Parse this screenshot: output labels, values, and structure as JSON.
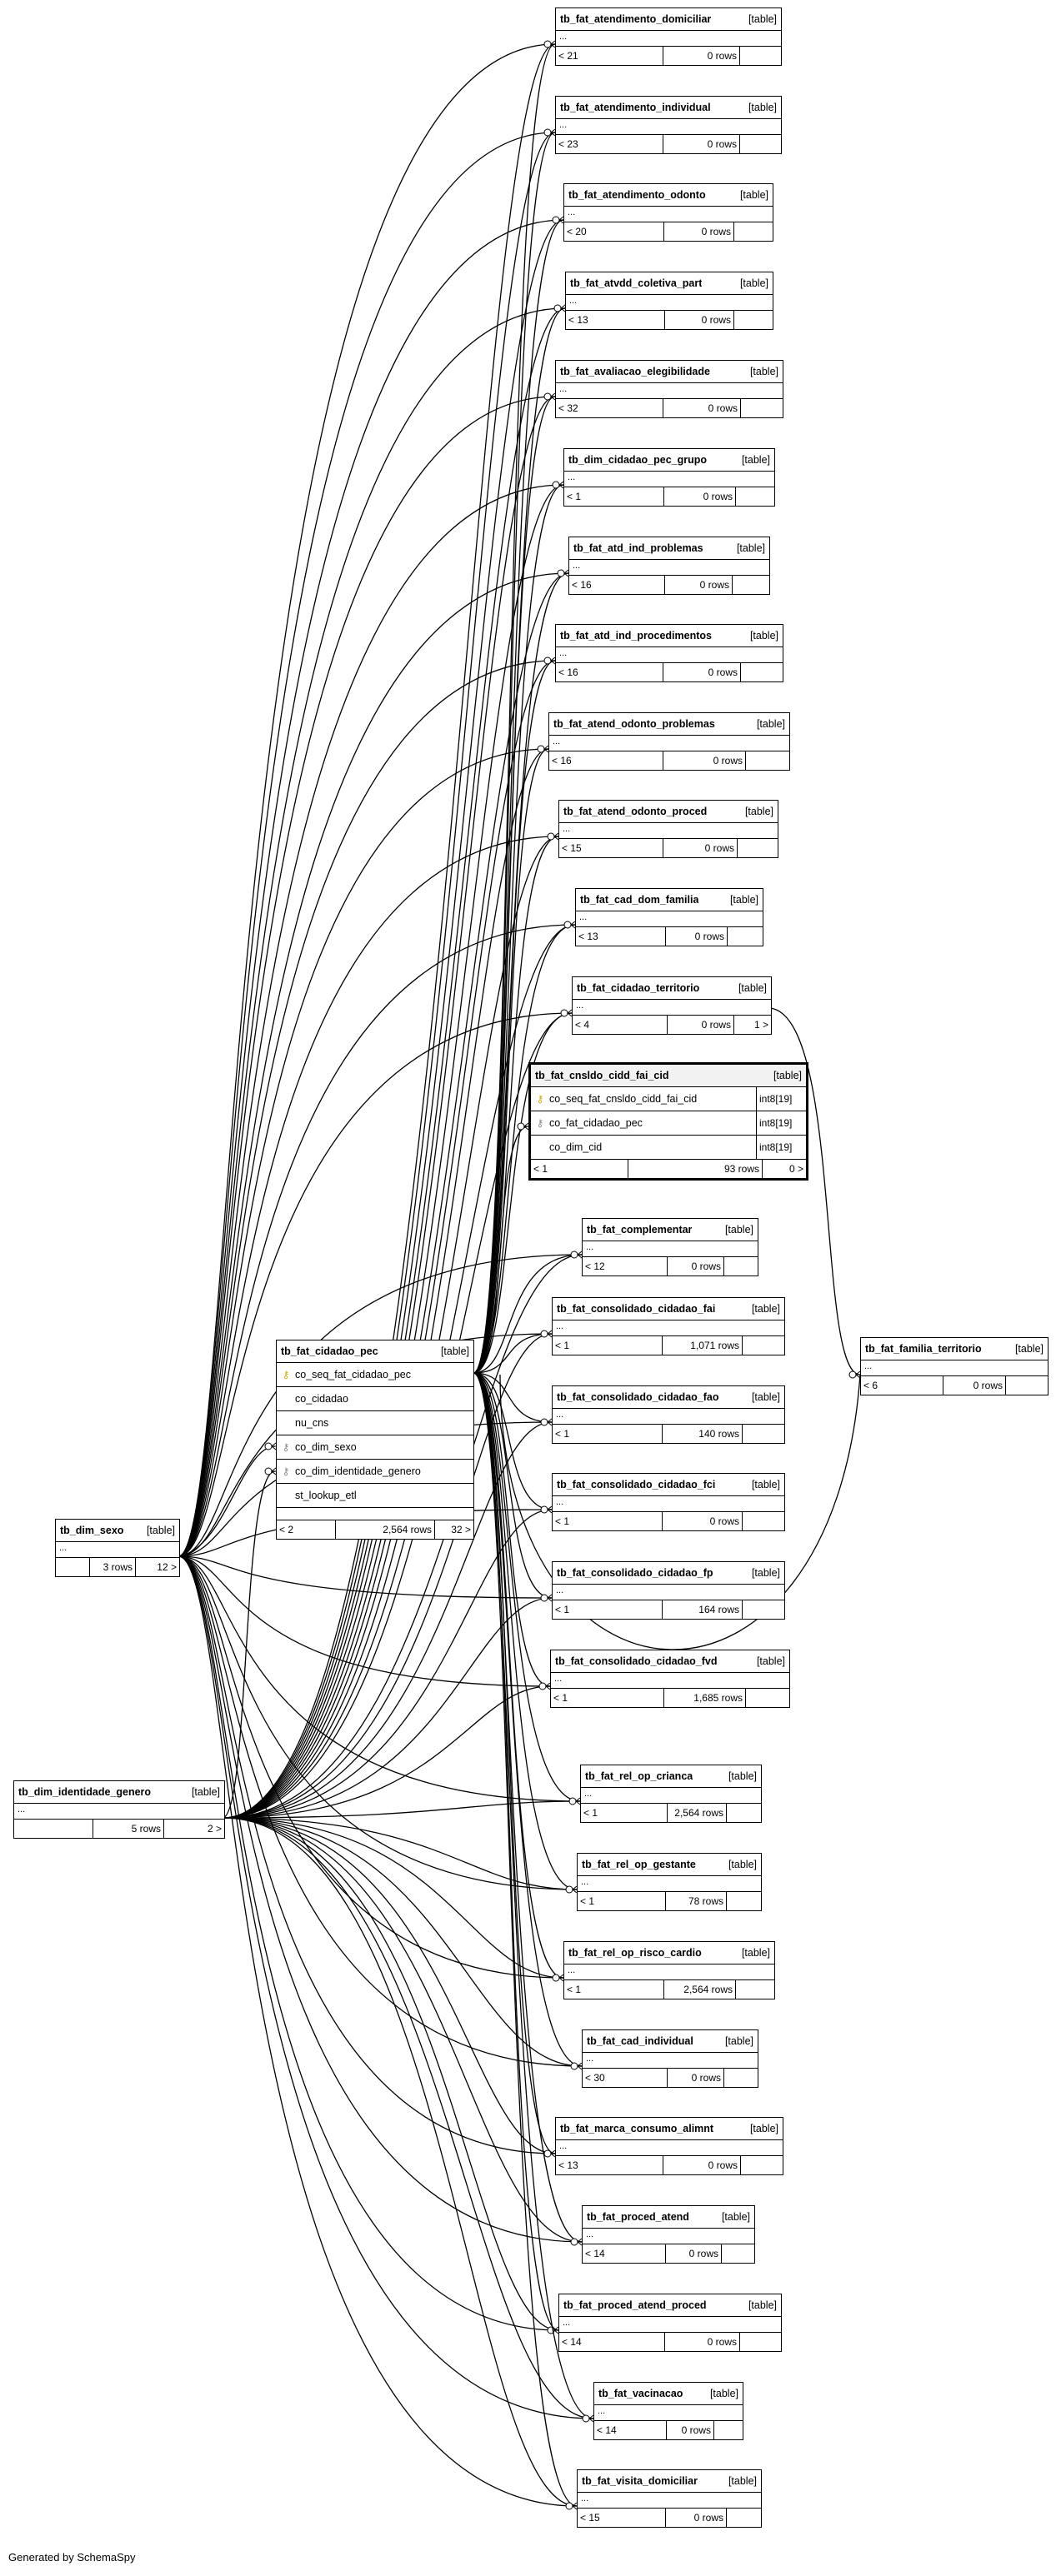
{
  "footer": "Generated by SchemaSpy",
  "table_tag": "[table]",
  "cidadao_pec": {
    "name": "tb_fat_cidadao_pec",
    "columns": [
      {
        "icon": "pk",
        "name": "co_seq_fat_cidadao_pec"
      },
      {
        "icon": "",
        "name": "co_cidadao"
      },
      {
        "icon": "",
        "name": "nu_cns"
      },
      {
        "icon": "fk",
        "name": "co_dim_sexo"
      },
      {
        "icon": "fk",
        "name": "co_dim_identidade_genero"
      },
      {
        "icon": "",
        "name": "st_lookup_etl"
      }
    ],
    "footer": [
      "< 2",
      "2,564 rows",
      "32 >"
    ]
  },
  "cnsldo": {
    "name": "tb_fat_cnsldo_cidd_fai_cid",
    "columns": [
      {
        "icon": "pk",
        "name": "co_seq_fat_cnsldo_cidd_fai_cid",
        "type": "int8[19]"
      },
      {
        "icon": "fk",
        "name": "co_fat_cidadao_pec",
        "type": "int8[19]"
      },
      {
        "icon": "",
        "name": "co_dim_cid",
        "type": "int8[19]"
      }
    ],
    "footer": [
      "< 1",
      "93 rows",
      "0 >"
    ]
  },
  "dim_sexo": {
    "name": "tb_dim_sexo",
    "footer": [
      "",
      "3 rows",
      "12 >"
    ]
  },
  "dim_identidade": {
    "name": "tb_dim_identidade_genero",
    "footer": [
      "",
      "5 rows",
      "2 >"
    ]
  },
  "familia_territorio": {
    "name": "tb_fat_familia_territorio",
    "footer": [
      "< 6",
      "0 rows",
      ""
    ]
  },
  "right_tables": [
    {
      "name": "tb_fat_atendimento_domiciliar",
      "footer": [
        "< 21",
        "0 rows",
        ""
      ]
    },
    {
      "name": "tb_fat_atendimento_individual",
      "footer": [
        "< 23",
        "0 rows",
        ""
      ]
    },
    {
      "name": "tb_fat_atendimento_odonto",
      "footer": [
        "< 20",
        "0 rows",
        ""
      ]
    },
    {
      "name": "tb_fat_atvdd_coletiva_part",
      "footer": [
        "< 13",
        "0 rows",
        ""
      ]
    },
    {
      "name": "tb_fat_avaliacao_elegibilidade",
      "footer": [
        "< 32",
        "0 rows",
        ""
      ]
    },
    {
      "name": "tb_dim_cidadao_pec_grupo",
      "footer": [
        "< 1",
        "0 rows",
        ""
      ]
    },
    {
      "name": "tb_fat_atd_ind_problemas",
      "footer": [
        "< 16",
        "0 rows",
        ""
      ]
    },
    {
      "name": "tb_fat_atd_ind_procedimentos",
      "footer": [
        "< 16",
        "0 rows",
        ""
      ]
    },
    {
      "name": "tb_fat_atend_odonto_problemas",
      "footer": [
        "< 16",
        "0 rows",
        ""
      ]
    },
    {
      "name": "tb_fat_atend_odonto_proced",
      "footer": [
        "< 15",
        "0 rows",
        ""
      ]
    },
    {
      "name": "tb_fat_cad_dom_familia",
      "footer": [
        "< 13",
        "0 rows",
        ""
      ]
    },
    {
      "name": "tb_fat_cidadao_territorio",
      "footer": [
        "< 4",
        "0 rows",
        "1 >"
      ]
    },
    {
      "name": "tb_fat_complementar",
      "footer": [
        "< 12",
        "0 rows",
        ""
      ]
    },
    {
      "name": "tb_fat_consolidado_cidadao_fai",
      "footer": [
        "< 1",
        "1,071 rows",
        ""
      ]
    },
    {
      "name": "tb_fat_consolidado_cidadao_fao",
      "footer": [
        "< 1",
        "140 rows",
        ""
      ]
    },
    {
      "name": "tb_fat_consolidado_cidadao_fci",
      "footer": [
        "< 1",
        "0 rows",
        ""
      ]
    },
    {
      "name": "tb_fat_consolidado_cidadao_fp",
      "footer": [
        "< 1",
        "164 rows",
        ""
      ]
    },
    {
      "name": "tb_fat_consolidado_cidadao_fvd",
      "footer": [
        "< 1",
        "1,685 rows",
        ""
      ]
    },
    {
      "name": "tb_fat_rel_op_crianca",
      "footer": [
        "< 1",
        "2,564 rows",
        ""
      ]
    },
    {
      "name": "tb_fat_rel_op_gestante",
      "footer": [
        "< 1",
        "78 rows",
        ""
      ]
    },
    {
      "name": "tb_fat_rel_op_risco_cardio",
      "footer": [
        "< 1",
        "2,564 rows",
        ""
      ]
    },
    {
      "name": "tb_fat_cad_individual",
      "footer": [
        "< 30",
        "0 rows",
        ""
      ]
    },
    {
      "name": "tb_fat_marca_consumo_alimnt",
      "footer": [
        "< 13",
        "0 rows",
        ""
      ]
    },
    {
      "name": "tb_fat_proced_atend",
      "footer": [
        "< 14",
        "0 rows",
        ""
      ]
    },
    {
      "name": "tb_fat_proced_atend_proced",
      "footer": [
        "< 14",
        "0 rows",
        ""
      ]
    },
    {
      "name": "tb_fat_vacinacao",
      "footer": [
        "< 14",
        "0 rows",
        ""
      ]
    },
    {
      "name": "tb_fat_visita_domiciliar",
      "footer": [
        "< 15",
        "0 rows",
        ""
      ]
    }
  ]
}
